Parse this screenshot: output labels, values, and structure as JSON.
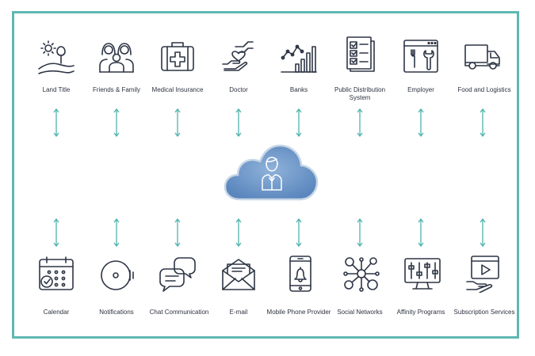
{
  "colors": {
    "border": "#5fb8b2",
    "arrow": "#4fb3ad",
    "icon_stroke": "#2d3545",
    "cloud_fill": "#6b94c6"
  },
  "top_row": [
    {
      "label": "Land Title",
      "icon": "land-title-icon"
    },
    {
      "label": "Friends & Family",
      "icon": "family-icon"
    },
    {
      "label": "Medical Insurance",
      "icon": "medical-kit-icon"
    },
    {
      "label": "Doctor",
      "icon": "heart-hands-icon"
    },
    {
      "label": "Banks",
      "icon": "bank-chart-icon"
    },
    {
      "label": "Public Distribution System",
      "icon": "checklist-icon"
    },
    {
      "label": "Employer",
      "icon": "tools-window-icon"
    },
    {
      "label": "Food and Logistics",
      "icon": "delivery-truck-icon"
    }
  ],
  "bottom_row": [
    {
      "label": "Calendar",
      "icon": "calendar-icon"
    },
    {
      "label": "Notifications",
      "icon": "bell-icon"
    },
    {
      "label": "Chat Communication",
      "icon": "chat-bubbles-icon"
    },
    {
      "label": "E-mail",
      "icon": "envelope-icon"
    },
    {
      "label": "Mobile Phone Provider",
      "icon": "mobile-phone-icon"
    },
    {
      "label": "Social Networks",
      "icon": "social-network-icon"
    },
    {
      "label": "Affinity Programs",
      "icon": "monitor-sliders-icon"
    },
    {
      "label": "Subscription Services",
      "icon": "video-subscription-icon"
    }
  ],
  "center": {
    "icon": "person-cloud-icon"
  }
}
